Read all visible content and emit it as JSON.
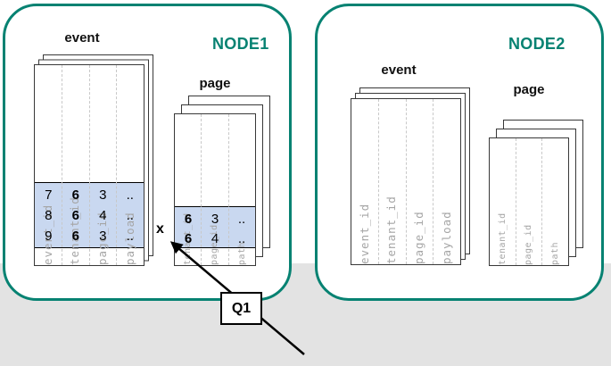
{
  "node1": {
    "title": "NODE1",
    "event_table": {
      "title": "event",
      "columns": [
        "event_id",
        "tenant_id",
        "page_id",
        "payload"
      ],
      "rows": [
        [
          "7",
          "6",
          "3",
          ".."
        ],
        [
          "8",
          "6",
          "4",
          ".."
        ],
        [
          "9",
          "6",
          "3",
          ".."
        ]
      ]
    },
    "page_table": {
      "title": "page",
      "columns": [
        "tenant_id",
        "page_id",
        "path"
      ],
      "rows": [
        [
          "6",
          "3",
          ".."
        ],
        [
          "6",
          "4",
          ".."
        ]
      ]
    }
  },
  "node2": {
    "title": "NODE2",
    "event_table": {
      "title": "event",
      "columns": [
        "event_id",
        "tenant_id",
        "page_id",
        "payload"
      ]
    },
    "page_table": {
      "title": "page",
      "columns": [
        "tenant_id",
        "page_id",
        "path"
      ]
    }
  },
  "annotation": {
    "query_label": "Q1",
    "join_marker": "x"
  },
  "colors": {
    "node_border_teal": "#078272",
    "highlight_blue": "#c9d8f0",
    "background_band_gray": "#e3e3e3",
    "column_label_gray": "#a5a5a5"
  }
}
